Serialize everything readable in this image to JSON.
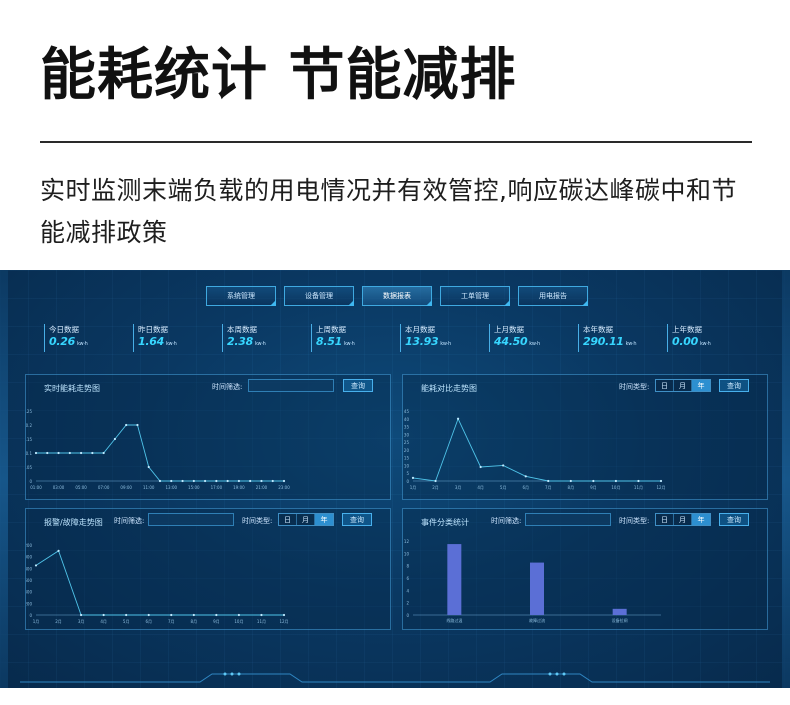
{
  "hero": {
    "title": "能耗统计 节能减排",
    "description": "实时监测末端负载的用电情况并有效管控,响应碳达峰碳中和节能减排政策"
  },
  "nav": {
    "items": [
      {
        "label": "系统管理"
      },
      {
        "label": "设备管理"
      },
      {
        "label": "数据报表"
      },
      {
        "label": "工单管理"
      },
      {
        "label": "用电报告"
      }
    ],
    "active_index": 2
  },
  "stats": [
    {
      "label": "今日数据",
      "value": "0.26",
      "unit": "kw·h"
    },
    {
      "label": "昨日数据",
      "value": "1.64",
      "unit": "kw·h"
    },
    {
      "label": "本周数据",
      "value": "2.38",
      "unit": "kw·h"
    },
    {
      "label": "上周数据",
      "value": "8.51",
      "unit": "kw·h"
    },
    {
      "label": "本月数据",
      "value": "13.93",
      "unit": "kw·h"
    },
    {
      "label": "上月数据",
      "value": "44.50",
      "unit": "kw·h"
    },
    {
      "label": "本年数据",
      "value": "290.11",
      "unit": "kw·h"
    },
    {
      "label": "上年数据",
      "value": "0.00",
      "unit": "kw·h"
    }
  ],
  "panels": {
    "realtime": {
      "title": "实时能耗走势图",
      "filter_label": "时间筛选:",
      "query_label": "查询"
    },
    "compare": {
      "title": "能耗对比走势图",
      "type_label": "时间类型:",
      "segments": [
        "日",
        "月",
        "年"
      ],
      "active_segment": 2,
      "query_label": "查询"
    },
    "alarm": {
      "title": "报警/故障走势图",
      "filter_label": "时间筛选:",
      "type_label": "时间类型:",
      "segments": [
        "日",
        "月",
        "年"
      ],
      "active_segment": 2,
      "query_label": "查询"
    },
    "events": {
      "title": "事件分类统计",
      "filter_label": "时间筛选:",
      "type_label": "时间类型:",
      "segments": [
        "日",
        "月",
        "年"
      ],
      "active_segment": 2,
      "query_label": "查询"
    }
  },
  "colors": {
    "accent": "#37d6ff",
    "line": "#4fc3e8",
    "bar": "#5b6fd6",
    "axis": "#6fa8d2",
    "tick_text": "#8fbfe0"
  },
  "chart_data": [
    {
      "id": "realtime",
      "type": "line",
      "x": [
        "01:00",
        "03:00",
        "05:00",
        "07:00",
        "09:00",
        "11:00",
        "13:00",
        "15:00",
        "17:00",
        "19:00",
        "21:00",
        "23:00"
      ],
      "points": [
        [
          "01:00",
          0.1
        ],
        [
          "02:00",
          0.1
        ],
        [
          "03:00",
          0.1
        ],
        [
          "04:00",
          0.1
        ],
        [
          "05:00",
          0.1
        ],
        [
          "06:00",
          0.1
        ],
        [
          "07:00",
          0.1
        ],
        [
          "08:00",
          0.15
        ],
        [
          "09:00",
          0.2
        ],
        [
          "10:00",
          0.2
        ],
        [
          "11:00",
          0.05
        ],
        [
          "12:00",
          0
        ],
        [
          "13:00",
          0
        ],
        [
          "14:00",
          0
        ],
        [
          "15:00",
          0
        ],
        [
          "16:00",
          0
        ],
        [
          "17:00",
          0
        ],
        [
          "18:00",
          0
        ],
        [
          "19:00",
          0
        ],
        [
          "20:00",
          0
        ],
        [
          "21:00",
          0
        ],
        [
          "22:00",
          0
        ],
        [
          "23:00",
          0
        ]
      ],
      "ylim": [
        0,
        0.25
      ],
      "yticks": [
        "0",
        "0.05",
        "0.1",
        "0.15",
        "0.2",
        "0.25"
      ]
    },
    {
      "id": "compare",
      "type": "line",
      "x": [
        "1月",
        "2月",
        "3月",
        "4月",
        "5月",
        "6月",
        "7月",
        "8月",
        "9月",
        "10月",
        "11月",
        "12月"
      ],
      "values": [
        2,
        0,
        40,
        9,
        10,
        3,
        0,
        0,
        0,
        0,
        0,
        0
      ],
      "ylim": [
        0,
        45
      ],
      "yticks": [
        "0",
        "5",
        "10",
        "15",
        "20",
        "25",
        "30",
        "35",
        "40",
        "45"
      ]
    },
    {
      "id": "alarm",
      "type": "line",
      "x": [
        "1月",
        "2月",
        "3月",
        "4月",
        "5月",
        "6月",
        "7月",
        "8月",
        "9月",
        "10月",
        "11月",
        "12月"
      ],
      "values": [
        850,
        1100,
        0,
        0,
        0,
        0,
        0,
        0,
        0,
        0,
        0,
        0
      ],
      "ylim": [
        0,
        1200
      ],
      "yticks": [
        "0",
        "200",
        "400",
        "600",
        "800",
        "1,000",
        "1,200"
      ]
    },
    {
      "id": "events",
      "type": "bar",
      "categories": [
        "线路过温",
        "故障过流",
        "设备拉闸"
      ],
      "values": [
        11.5,
        8.5,
        1
      ],
      "ylim": [
        0,
        12
      ],
      "yticks": [
        "0",
        "2",
        "4",
        "6",
        "8",
        "10",
        "12"
      ]
    }
  ]
}
